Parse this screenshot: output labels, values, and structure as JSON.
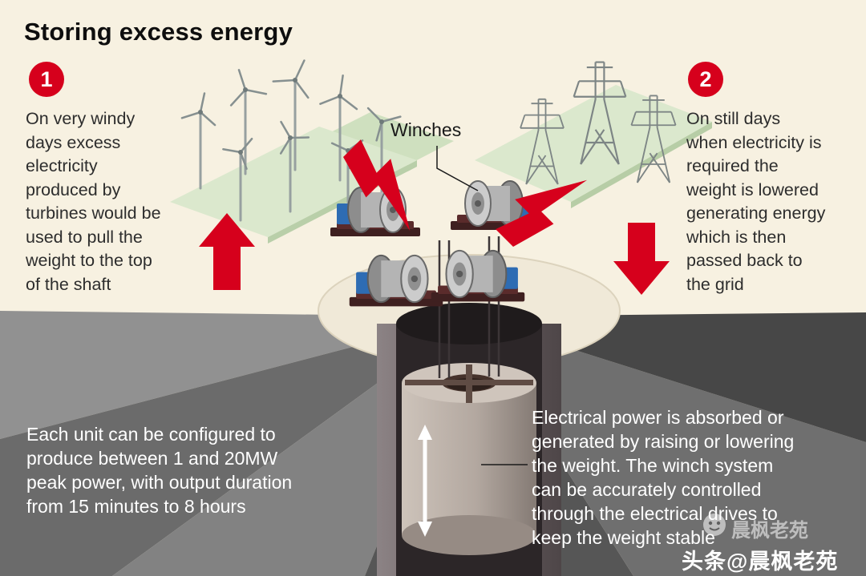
{
  "title": "Storing excess energy",
  "colors": {
    "accent_red": "#d6001c",
    "background_cream": "#f7f1e1",
    "green_tile": "#dbe8cd",
    "ground_dark": "#565656",
    "ground_light": "#919191",
    "weight_gray": "#c0b5ad",
    "text_dark": "#2d2d2d",
    "text_white": "#ffffff"
  },
  "steps": [
    {
      "number": "1",
      "text": "On very windy\ndays excess\nelectricity\nproduced by\nturbines would be\nused to pull the\nweight to the top\nof the shaft"
    },
    {
      "number": "2",
      "text": "On still days\nwhen electricity is\nrequired the\nweight is lowered\ngenerating energy\nwhich is then\npassed back to\nthe grid"
    }
  ],
  "labels": {
    "winches": "Winches"
  },
  "notes": {
    "capacity": "Each unit can be configured to\nproduce between 1 and 20MW\npeak power, with output duration\nfrom 15 minutes to 8 hours",
    "operation": "Electrical power is absorbed or\ngenerated by raising or lowering\nthe weight.  The winch system\ncan be accurately controlled\nthrough the electrical drives to\nkeep the weight stable"
  },
  "watermark": {
    "faint": "晨枫老苑",
    "main": "头条@晨枫老苑"
  },
  "icons": {
    "up_arrow": "red-up-arrow",
    "down_arrow": "red-down-arrow",
    "lightning_left": "lightning-bolt-left",
    "lightning_right": "lightning-bolt-right",
    "turbines": "wind-turbine",
    "pylons": "electricity-pylon",
    "winch": "winch-drum",
    "weight": "weight-cylinder",
    "double_arrow": "up-down-arrow"
  }
}
